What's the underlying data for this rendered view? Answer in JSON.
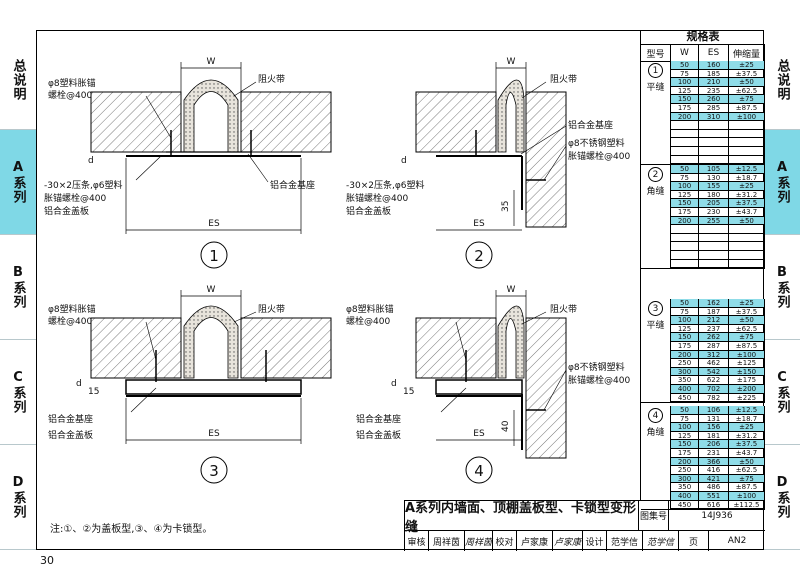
{
  "sidebar": {
    "left": [
      "总说明",
      "A系列",
      "B系列",
      "C系列",
      "D系列"
    ],
    "right": [
      "总说明",
      "A系列",
      "B系列",
      "C系列",
      "D系列"
    ],
    "active": "A系列"
  },
  "labels": {
    "fire_strip": "阻火带",
    "anchor_bolt": "φ8塑料胀锚",
    "anchor_bolt_spacing": "螺栓@400",
    "clip_line1": "-30×2压条,φ6塑料",
    "clip_line2": "胀锚螺栓@400",
    "alu_cover": "铝合金盖板",
    "alu_base": "铝合金基座",
    "ss_bolt1": "φ8不锈钢塑料",
    "ss_bolt2": "胀锚螺栓@400",
    "W": "W",
    "ES": "ES",
    "d": "d",
    "dim15": "15",
    "dim35": "35",
    "dim40": "40"
  },
  "details": [
    "1",
    "2",
    "3",
    "4"
  ],
  "spec_table": {
    "title": "规格表",
    "headers": [
      "型号",
      "W",
      "ES",
      "伸缩量"
    ],
    "groups": [
      {
        "num": "1",
        "type": "平缝",
        "rows": [
          [
            "50",
            "160",
            "±25"
          ],
          [
            "75",
            "185",
            "±37.5"
          ],
          [
            "100",
            "210",
            "±50"
          ],
          [
            "125",
            "235",
            "±62.5"
          ],
          [
            "150",
            "260",
            "±75"
          ],
          [
            "175",
            "285",
            "±87.5"
          ],
          [
            "200",
            "310",
            "±100"
          ]
        ]
      },
      {
        "num": "2",
        "type": "角缝",
        "rows": [
          [
            "50",
            "105",
            "±12.5"
          ],
          [
            "75",
            "130",
            "±18.7"
          ],
          [
            "100",
            "155",
            "±25"
          ],
          [
            "125",
            "180",
            "±31.2"
          ],
          [
            "150",
            "205",
            "±37.5"
          ],
          [
            "175",
            "230",
            "±43.7"
          ],
          [
            "200",
            "255",
            "±50"
          ]
        ]
      },
      {
        "num": "3",
        "type": "平缝",
        "rows": [
          [
            "50",
            "162",
            "±25"
          ],
          [
            "75",
            "187",
            "±37.5"
          ],
          [
            "100",
            "212",
            "±50"
          ],
          [
            "125",
            "237",
            "±62.5"
          ],
          [
            "150",
            "262",
            "±75"
          ],
          [
            "175",
            "287",
            "±87.5"
          ],
          [
            "200",
            "312",
            "±100"
          ],
          [
            "250",
            "462",
            "±125"
          ],
          [
            "300",
            "542",
            "±150"
          ],
          [
            "350",
            "622",
            "±175"
          ],
          [
            "400",
            "702",
            "±200"
          ],
          [
            "450",
            "782",
            "±225"
          ]
        ]
      },
      {
        "num": "4",
        "type": "角缝",
        "rows": [
          [
            "50",
            "106",
            "±12.5"
          ],
          [
            "75",
            "131",
            "±18.7"
          ],
          [
            "100",
            "156",
            "±25"
          ],
          [
            "125",
            "181",
            "±31.2"
          ],
          [
            "150",
            "206",
            "±37.5"
          ],
          [
            "175",
            "231",
            "±43.7"
          ],
          [
            "200",
            "366",
            "±50"
          ],
          [
            "250",
            "416",
            "±62.5"
          ],
          [
            "300",
            "421",
            "±75"
          ],
          [
            "350",
            "486",
            "±87.5"
          ],
          [
            "400",
            "551",
            "±100"
          ],
          [
            "450",
            "616",
            "±112.5"
          ]
        ]
      }
    ]
  },
  "title_block": {
    "title": "A系列内墙面、顶棚盖板型、卡锁型变形缝",
    "atlas_label": "图集号",
    "atlas_no": "14J936",
    "review_label": "审核",
    "reviewer": "周祥茵",
    "reviewer_sig": "周祥茵",
    "check_label": "校对",
    "checker": "卢家康",
    "checker_sig": "卢家康",
    "design_label": "设计",
    "designer": "范学信",
    "designer_sig": "范学信",
    "page_label": "页",
    "page": "AN2"
  },
  "note": "注:①、②为盖板型,③、④为卡锁型。",
  "page_number": "30",
  "colors": {
    "highlight": "#8fdce8",
    "tab_active": "#7fd8e6",
    "insulation": "#e8e4dc"
  }
}
